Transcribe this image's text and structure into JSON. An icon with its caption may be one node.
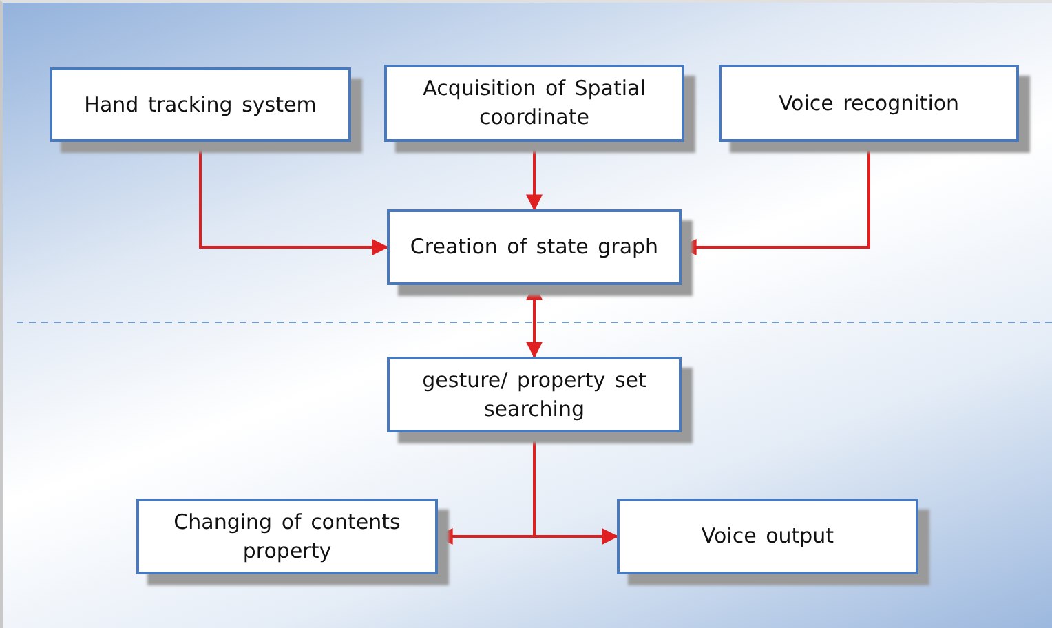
{
  "diagram": {
    "nodes": [
      {
        "text": [
          "Hand tracking system"
        ]
      },
      {
        "text": [
          "Acquisition of Spatial coordinate"
        ]
      },
      {
        "text": [
          "Voice recognition"
        ]
      },
      {
        "text": [
          "Creation of state graph"
        ]
      },
      {
        "text": [
          "gesture/ property set searching"
        ]
      },
      {
        "text": [
          "Changing of contents property"
        ]
      },
      {
        "text": [
          "Voice output"
        ]
      }
    ],
    "edges": [
      {
        "from": 0,
        "to": 3,
        "arrow": "to"
      },
      {
        "from": 1,
        "to": 3,
        "arrow": "to"
      },
      {
        "from": 2,
        "to": 3,
        "arrow": "to"
      },
      {
        "from": 3,
        "to": 4,
        "arrow": "both"
      },
      {
        "from": 4,
        "to": 5,
        "arrow": "to"
      },
      {
        "from": 4,
        "to": 6,
        "arrow": "to"
      }
    ]
  }
}
